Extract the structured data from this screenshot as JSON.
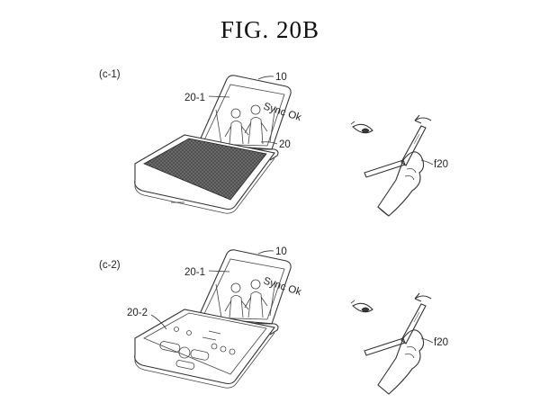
{
  "figure": {
    "title": "FIG. 20B"
  },
  "panels": [
    {
      "label": "(c-1)",
      "callouts": {
        "device": "10",
        "upper_screen": "20-1",
        "lower_screen": "20",
        "side": "f20"
      },
      "screen_tag": "Sync Ok"
    },
    {
      "label": "(c-2)",
      "callouts": {
        "device": "10",
        "upper_screen": "20-1",
        "lower_screen": "20-2",
        "side": "f20"
      },
      "screen_tag": "Sync Ok"
    }
  ]
}
